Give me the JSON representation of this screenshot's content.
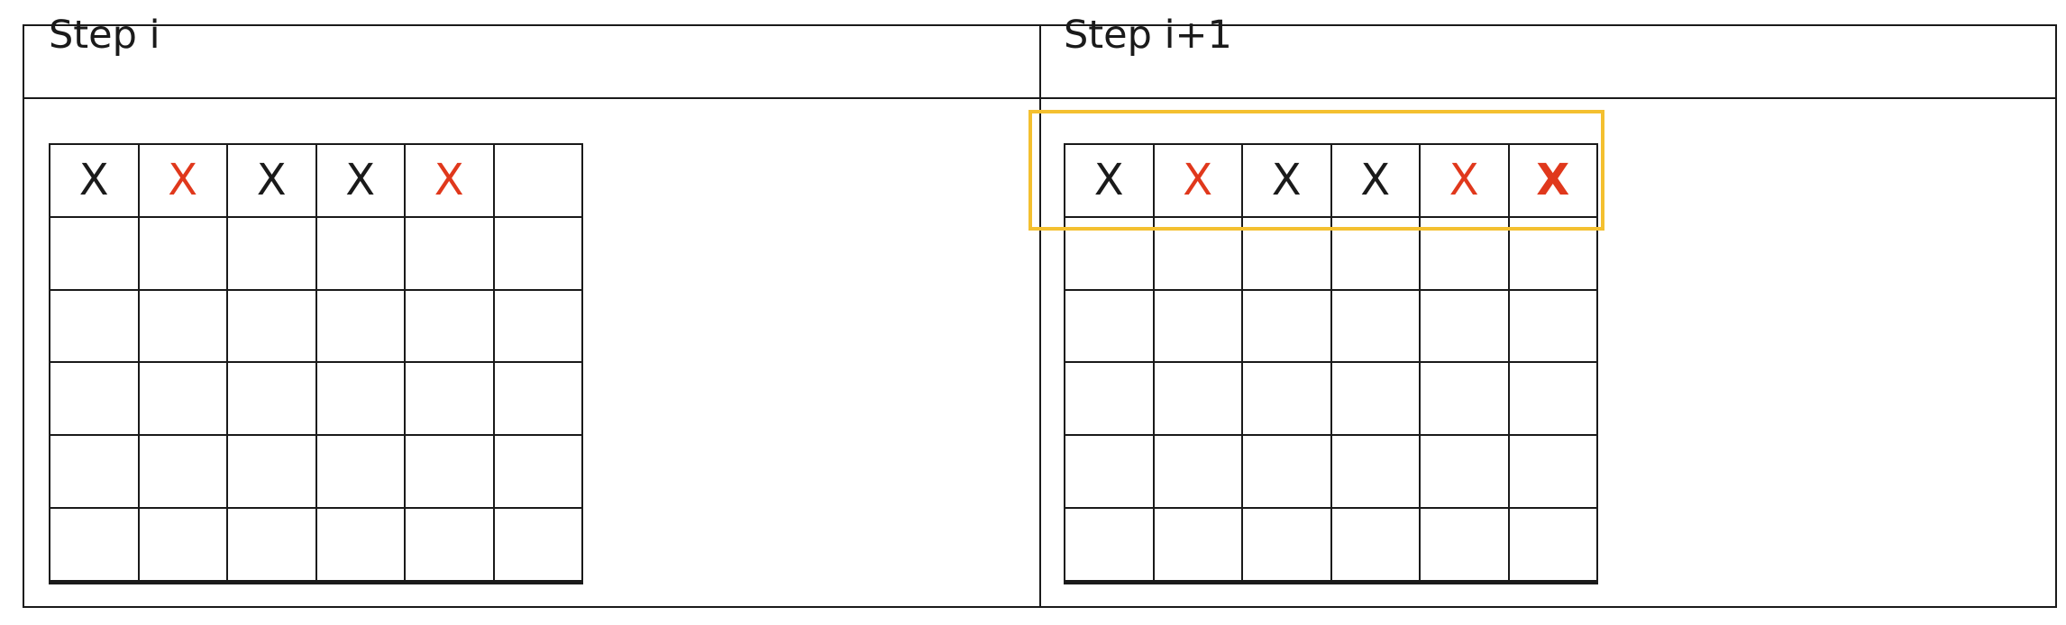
{
  "panels": [
    {
      "title": "Step i",
      "rows": [
        [
          {
            "text": "X",
            "color": "black",
            "bold": false
          },
          {
            "text": "X",
            "color": "red",
            "bold": false
          },
          {
            "text": "X",
            "color": "black",
            "bold": false
          },
          {
            "text": "X",
            "color": "black",
            "bold": false
          },
          {
            "text": "X",
            "color": "red",
            "bold": false
          },
          {
            "text": "",
            "color": "black",
            "bold": false
          }
        ],
        [
          {
            "text": ""
          },
          {
            "text": ""
          },
          {
            "text": ""
          },
          {
            "text": ""
          },
          {
            "text": ""
          },
          {
            "text": ""
          }
        ],
        [
          {
            "text": ""
          },
          {
            "text": ""
          },
          {
            "text": ""
          },
          {
            "text": ""
          },
          {
            "text": ""
          },
          {
            "text": ""
          }
        ],
        [
          {
            "text": ""
          },
          {
            "text": ""
          },
          {
            "text": ""
          },
          {
            "text": ""
          },
          {
            "text": ""
          },
          {
            "text": ""
          }
        ],
        [
          {
            "text": ""
          },
          {
            "text": ""
          },
          {
            "text": ""
          },
          {
            "text": ""
          },
          {
            "text": ""
          },
          {
            "text": ""
          }
        ],
        [
          {
            "text": ""
          },
          {
            "text": ""
          },
          {
            "text": ""
          },
          {
            "text": ""
          },
          {
            "text": ""
          },
          {
            "text": ""
          }
        ]
      ]
    },
    {
      "title": "Step i+1",
      "rows": [
        [
          {
            "text": "X",
            "color": "black",
            "bold": false
          },
          {
            "text": "X",
            "color": "red",
            "bold": false
          },
          {
            "text": "X",
            "color": "black",
            "bold": false
          },
          {
            "text": "X",
            "color": "black",
            "bold": false
          },
          {
            "text": "X",
            "color": "red",
            "bold": false
          },
          {
            "text": "X",
            "color": "red",
            "bold": true
          }
        ],
        [
          {
            "text": ""
          },
          {
            "text": ""
          },
          {
            "text": ""
          },
          {
            "text": ""
          },
          {
            "text": ""
          },
          {
            "text": ""
          }
        ],
        [
          {
            "text": ""
          },
          {
            "text": ""
          },
          {
            "text": ""
          },
          {
            "text": ""
          },
          {
            "text": ""
          },
          {
            "text": ""
          }
        ],
        [
          {
            "text": ""
          },
          {
            "text": ""
          },
          {
            "text": ""
          },
          {
            "text": ""
          },
          {
            "text": ""
          },
          {
            "text": ""
          }
        ],
        [
          {
            "text": ""
          },
          {
            "text": ""
          },
          {
            "text": ""
          },
          {
            "text": ""
          },
          {
            "text": ""
          },
          {
            "text": ""
          }
        ],
        [
          {
            "text": ""
          },
          {
            "text": ""
          },
          {
            "text": ""
          },
          {
            "text": ""
          },
          {
            "text": ""
          },
          {
            "text": ""
          }
        ]
      ]
    }
  ],
  "colors": {
    "black": "#1a1a1a",
    "red": "#e0381c",
    "highlight": "#f4c030"
  }
}
